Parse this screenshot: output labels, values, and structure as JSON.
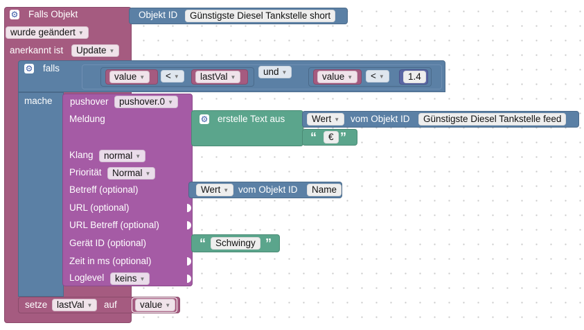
{
  "event": {
    "title": "Falls Objekt",
    "object_label": "Objekt ID",
    "object_value": "Günstigste Diesel Tankstelle short",
    "trigger": "wurde geändert",
    "ack_label": "anerkannt ist",
    "ack_value": "Update"
  },
  "if_block": {
    "label": "falls",
    "do_label": "mache",
    "cond1": {
      "left": "value",
      "op": "<",
      "right": "lastVal"
    },
    "joiner": "und",
    "cond2": {
      "left": "value",
      "op": "<",
      "number": "1.4"
    }
  },
  "pushover": {
    "label": "pushover",
    "instance": "pushover.0",
    "params": {
      "message": "Meldung",
      "sound": "Klang",
      "sound_value": "normal",
      "priority": "Priorität",
      "priority_value": "Normal",
      "subject": "Betreff (optional)",
      "url": "URL (optional)",
      "url_title": "URL Betreff (optional)",
      "device": "Gerät ID (optional)",
      "time": "Zeit in ms (optional)",
      "loglevel": "Loglevel",
      "loglevel_value": "keins"
    }
  },
  "text_join": {
    "label": "erstelle Text aus",
    "item1_attr": "Wert",
    "item1_of": "vom Objekt ID",
    "item1_obj": "Günstigste Diesel Tankstelle feed",
    "item2_text": "€"
  },
  "subject_value": {
    "attr": "Wert",
    "of": "vom Objekt ID",
    "obj": "Name"
  },
  "device_text": "Schwingy",
  "set_block": {
    "label": "setze",
    "var": "lastVal",
    "to": "auf",
    "value": "value"
  },
  "colors": {
    "event": "#a55b80",
    "logic": "#5b80a5",
    "pushover": "#a55ba5",
    "text": "#5ba58c",
    "math": "#5b67a5"
  }
}
